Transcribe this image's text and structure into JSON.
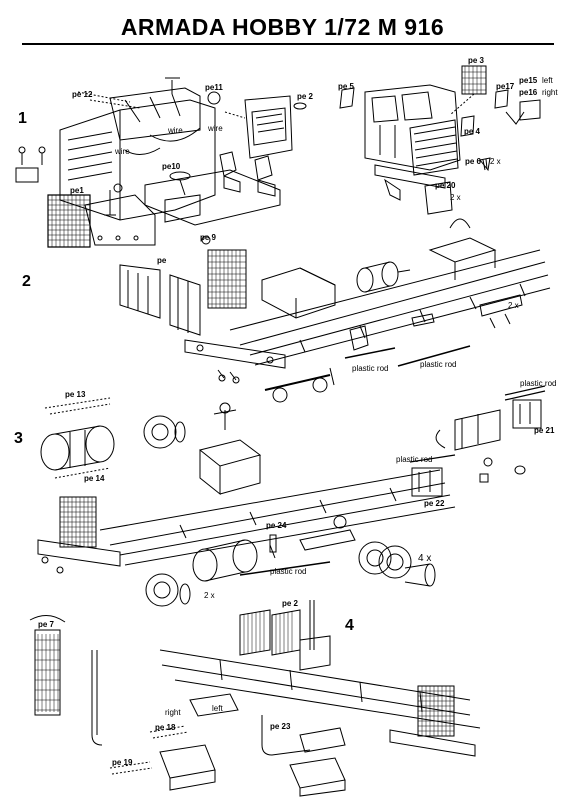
{
  "title": "ARMADA HOBBY 1/72 M 916",
  "steps": [
    "1",
    "2",
    "3",
    "4"
  ],
  "labels": {
    "pe12": "pe 12",
    "pe11": "pe11",
    "pe2a": "pe 2",
    "pe3": "pe 3",
    "pe5": "pe 5",
    "pe17": "pe17",
    "pe15": "pe15",
    "left1": "left",
    "pe16": "pe16",
    "right1": "right",
    "pe4": "pe 4",
    "wire1": "wire",
    "wire2": "wire",
    "wire3": "wire",
    "pe10": "pe10",
    "pe1": "pe1",
    "pe6": "pe 6",
    "x2a": "2 x",
    "pe20": "pe 20",
    "x2b": "2 x",
    "pe9": "pe 9",
    "pe": "pe",
    "x2c": "2 x",
    "plasticrod1": "plastic rod",
    "plasticrod2": "plastic rod",
    "pe13": "pe 13",
    "pe14": "pe 14",
    "plasticrod3": "plastic rod",
    "pe21": "pe 21",
    "plasticrod4": "plastic rod",
    "pe22": "pe 22",
    "pe24": "pe 24",
    "x4": "4 x",
    "plasticrod5": "plastic rod",
    "x2d": "2 x",
    "pe7": "pe 7",
    "pe2b": "pe 2",
    "right2": "right",
    "left2": "left",
    "pe18": "pe 18",
    "pe23": "pe 23",
    "pe19": "pe 19"
  }
}
